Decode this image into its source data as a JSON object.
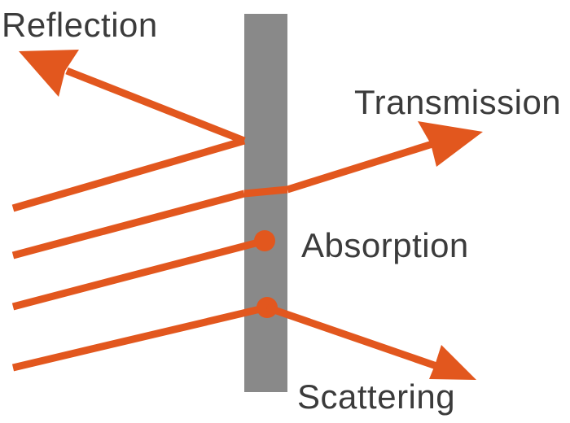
{
  "colors": {
    "ray": "#E2571E",
    "slab": "#898989",
    "text": "#3B3B3B",
    "background": "#FFFFFF"
  },
  "labels": {
    "reflection": "Reflection",
    "transmission": "Transmission",
    "absorption": "Absorption",
    "scattering": "Scattering"
  }
}
